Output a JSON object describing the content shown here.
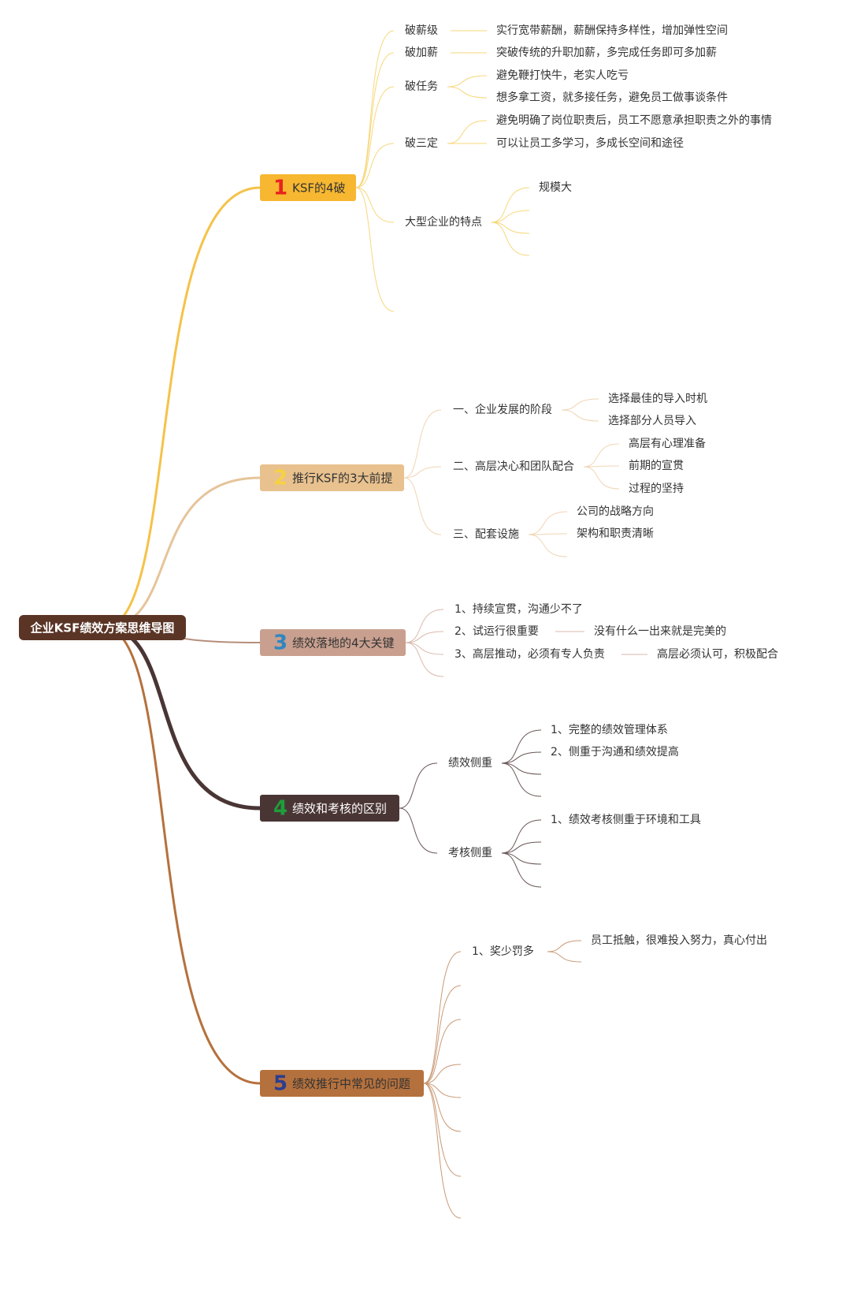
{
  "root": {
    "label": "企业KSF绩效方案思维导图",
    "bg": "#5a3526",
    "color": "#ffffff"
  },
  "branches": [
    {
      "num": "1",
      "num_color": "#e8231f",
      "label": "KSF的4破",
      "bg": "#f7b731",
      "text_color": "#333333",
      "line": "#f5c249",
      "sub_line": "#f7d77a",
      "children": [
        {
          "label": "破薪级",
          "leaves": [
            "实行宽带薪酬，薪酬保持多样性，增加弹性空间"
          ]
        },
        {
          "label": "破加薪",
          "leaves": [
            "突破传统的升职加薪，多完成任务即可多加薪"
          ]
        },
        {
          "label": "破任务",
          "leaves": [
            "避免鞭打快牛，老实人吃亏",
            "想多拿工资，就多接任务，避免员工做事谈条件"
          ]
        },
        {
          "label": "破三定",
          "leaves": [
            "避免明确了岗位职责后，员工不愿意承担职责之外的事情",
            "可以让员工多学习，多成长空间和途径"
          ]
        },
        {
          "label": "大型企业的特点",
          "leaves": [
            "规模大",
            "",
            "",
            ""
          ]
        },
        {
          "label": "",
          "leaves": []
        }
      ]
    },
    {
      "num": "2",
      "num_color": "#f6d243",
      "label": "推行KSF的3大前提",
      "bg": "#e8c18e",
      "text_color": "#333333",
      "line": "#e6c49a",
      "sub_line": "#efd5b4",
      "children": [
        {
          "label": "一、企业发展的阶段",
          "leaves": [
            "选择最佳的导入时机",
            "选择部分人员导入"
          ]
        },
        {
          "label": "二、高层决心和团队配合",
          "leaves": [
            "高层有心理准备",
            "前期的宣贯",
            "过程的坚持"
          ]
        },
        {
          "label": "三、配套设施",
          "leaves": [
            "公司的战略方向",
            "架构和职责清晰",
            ""
          ]
        }
      ]
    },
    {
      "num": "3",
      "num_color": "#2e86c1",
      "label": "绩效落地的4大关键",
      "bg": "#c9a08f",
      "text_color": "#333333",
      "line": "#b58e7b",
      "sub_line": "#d9b9ac",
      "children": [
        {
          "label": "1、持续宣贯，沟通少不了",
          "leaves": []
        },
        {
          "label": "2、试运行很重要",
          "leaves": [
            "没有什么一出来就是完美的"
          ]
        },
        {
          "label": "3、高层推动，必须有专人负责",
          "leaves": [
            "高层必须认可，积极配合"
          ]
        },
        {
          "label": "",
          "leaves": []
        }
      ]
    },
    {
      "num": "4",
      "num_color": "#1e9e3a",
      "label": "绩效和考核的区别",
      "bg": "#4a3535",
      "text_color": "#ffffff",
      "line": "#4a3535",
      "sub_line": "#6b5656",
      "children": [
        {
          "label": "绩效侧重",
          "leaves": [
            "1、完整的绩效管理体系",
            "2、侧重于沟通和绩效提高",
            "",
            ""
          ]
        },
        {
          "label": "考核侧重",
          "leaves": [
            "1、绩效考核侧重于环境和工具",
            "",
            "",
            ""
          ]
        }
      ]
    },
    {
      "num": "5",
      "num_color": "#2c3e8f",
      "label": "绩效推行中常见的问题",
      "bg": "#b5713d",
      "text_color": "#333333",
      "line": "#b5713d",
      "sub_line": "#c99a76",
      "children": [
        {
          "label": "1、奖少罚多",
          "leaves": [
            "员工抵触，很难投入努力，真心付出",
            ""
          ]
        },
        {
          "label": "",
          "leaves": []
        },
        {
          "label": "",
          "leaves": []
        },
        {
          "label": "",
          "leaves": []
        },
        {
          "label": "",
          "leaves": []
        },
        {
          "label": "",
          "leaves": []
        },
        {
          "label": "",
          "leaves": []
        },
        {
          "label": "",
          "leaves": []
        }
      ]
    }
  ]
}
